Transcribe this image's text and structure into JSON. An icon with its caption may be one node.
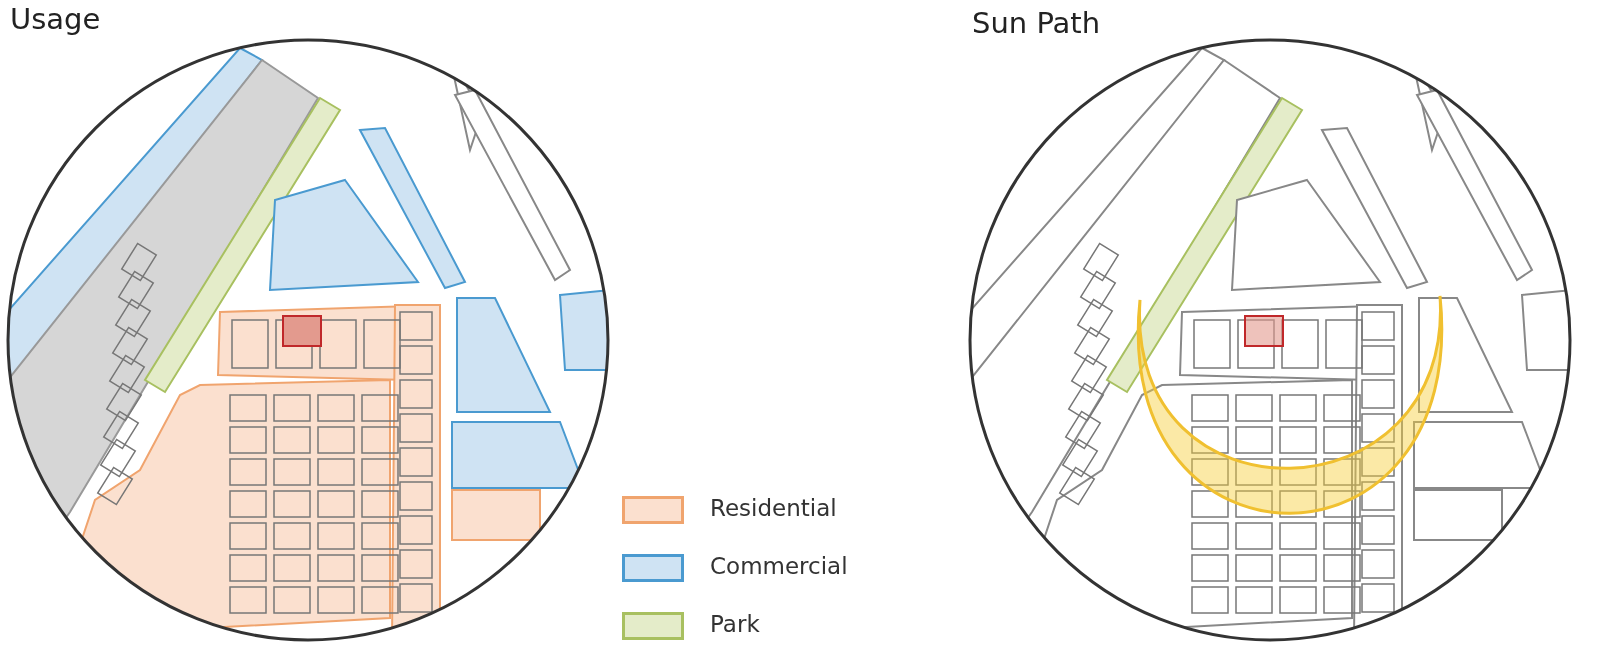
{
  "diagram": {
    "labels": [
      "Usage",
      "Sun Path"
    ],
    "legend": [
      {
        "text": "Residential",
        "color": "#fbe0cf"
      },
      {
        "text": "Commercial",
        "color": "#cfe3f3"
      },
      {
        "text": "Park",
        "color": "#e4ecc9"
      }
    ]
  }
}
